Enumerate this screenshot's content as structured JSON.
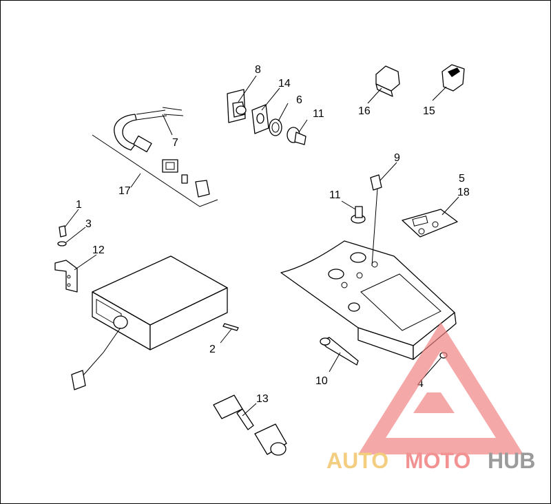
{
  "callouts": {
    "c1": "1",
    "c2": "2",
    "c3": "3",
    "c4": "4",
    "c5": "5",
    "c6": "6",
    "c7": "7",
    "c8": "8",
    "c9": "9",
    "c10": "10",
    "c11a": "11",
    "c11b": "11",
    "c12": "12",
    "c13": "13",
    "c14": "14",
    "c15": "15",
    "c16": "16",
    "c17": "17",
    "c18": "18"
  },
  "watermark": {
    "auto": "AUTO",
    "moto": "MOTO",
    "hub": "HUB"
  },
  "colors": {
    "watermark_red": "#f08080",
    "watermark_yellow": "#f2c56a",
    "watermark_gray": "#8a8a8a"
  }
}
